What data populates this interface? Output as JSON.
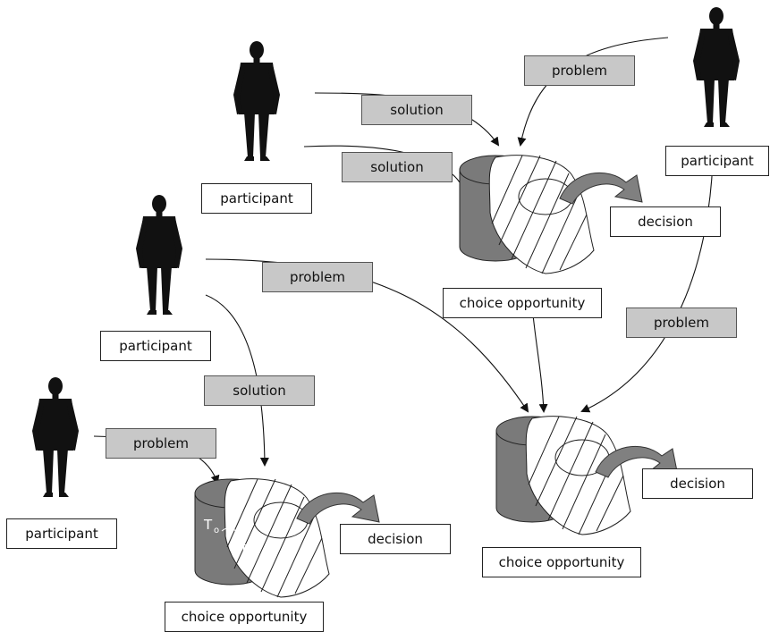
{
  "labels": {
    "participant": "participant",
    "solution": "solution",
    "problem": "problem",
    "decision": "decision",
    "choice_opportunity": "choice opportunity",
    "t0": "T",
    "t0_sub": "o",
    "t1": "T",
    "t1_sub": "1"
  },
  "colors": {
    "cylinder_fill": "#7a7a7a",
    "grey_box": "#c8c8c8",
    "arrow_fill": "#808080",
    "silhouette": "#111111"
  },
  "icons": [
    "person-silhouette-icon",
    "cylinder-icon",
    "curved-arrow-icon"
  ]
}
